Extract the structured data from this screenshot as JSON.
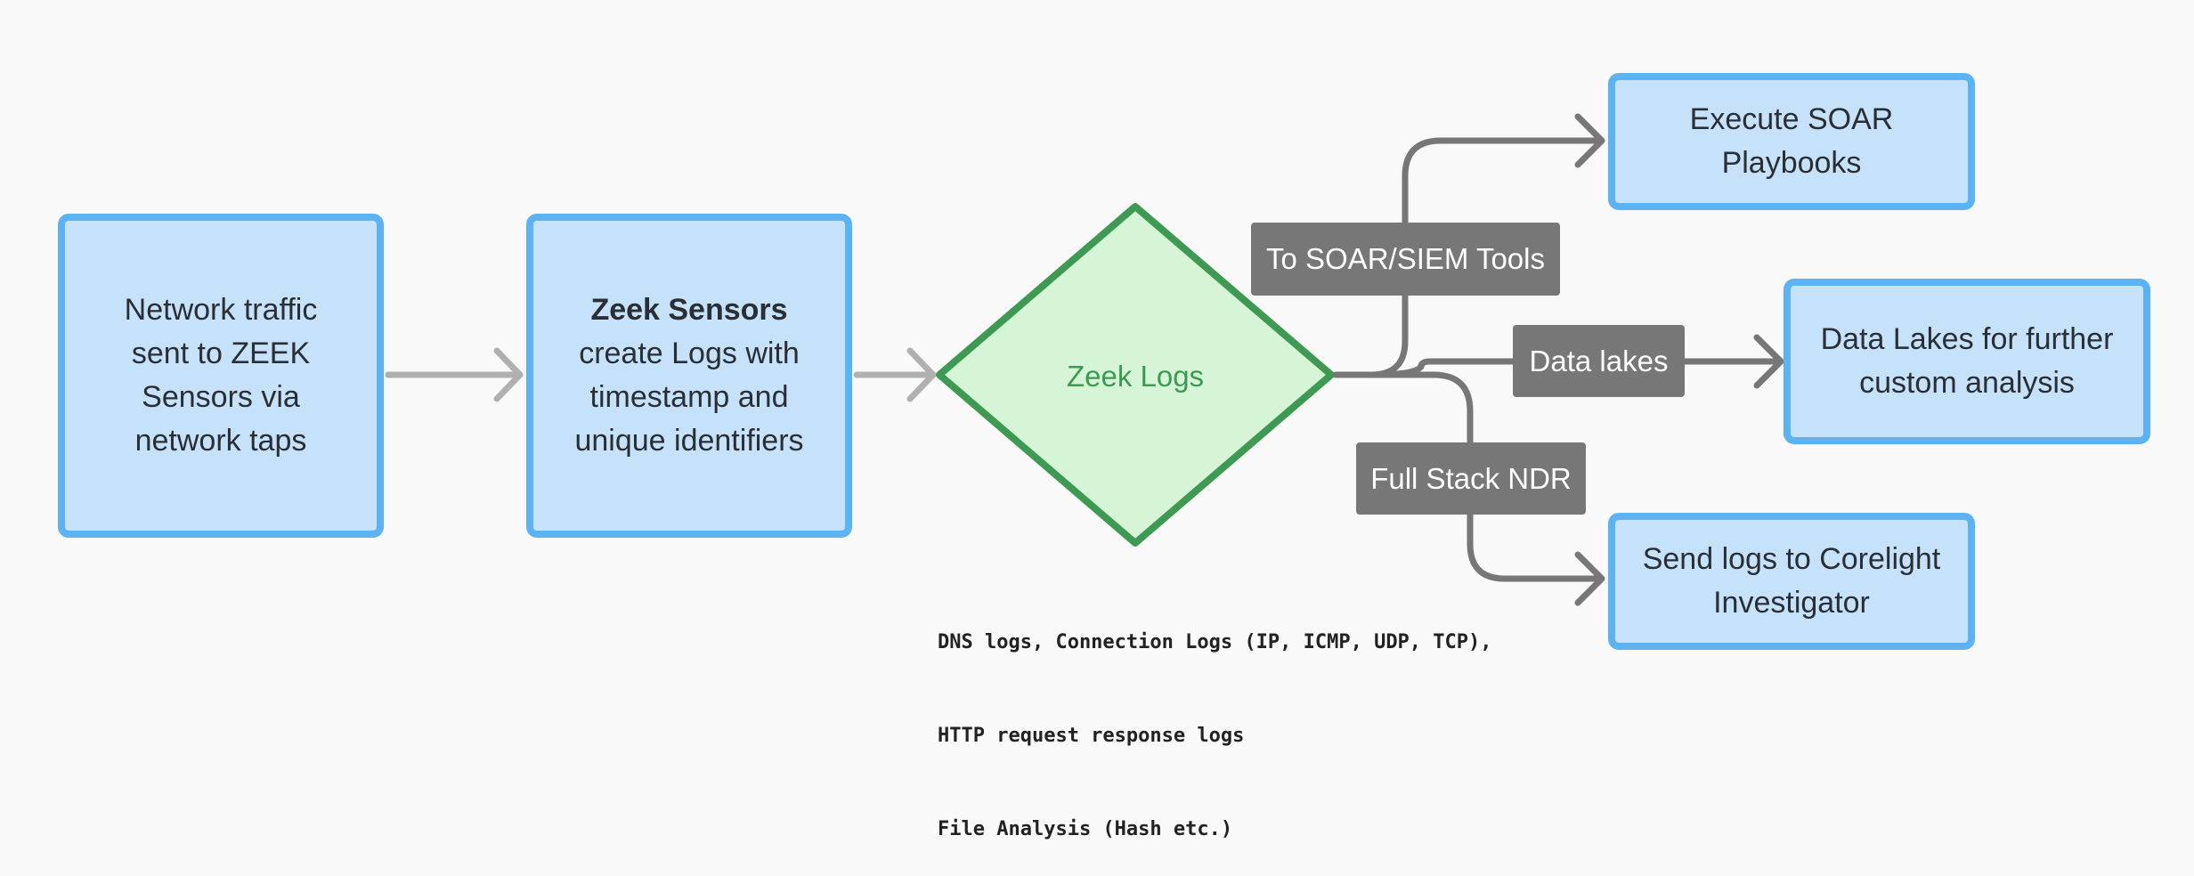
{
  "nodes": {
    "network_traffic": [
      "Network traffic",
      "sent to ZEEK",
      "Sensors via",
      "network taps"
    ],
    "zeek_sensors": {
      "title": "Zeek Sensors",
      "lines": [
        "create Logs with",
        "timestamp and",
        "unique identifiers"
      ]
    },
    "zeek_logs": "Zeek Logs",
    "execute_soar": [
      "Execute SOAR",
      "Playbooks"
    ],
    "data_lakes_target": [
      "Data Lakes for further",
      "custom analysis"
    ],
    "corelight": [
      "Send logs to Corelight",
      "Investigator"
    ]
  },
  "edge_labels": {
    "soar_siem": "To SOAR/SIEM Tools",
    "data_lakes": "Data lakes",
    "full_stack_ndr": "Full Stack NDR"
  },
  "log_notes": [
    "DNS logs, Connection Logs (IP, ICMP, UDP, TCP),",
    "HTTP request response logs",
    "File Analysis (Hash etc.)"
  ],
  "colors": {
    "background": "#f9f9f9",
    "box_fill": "#c5e2fa",
    "box_border": "#5db3f2",
    "diamond_fill": "#d6f5d7",
    "diamond_border": "#3e9a52",
    "connector_light": "#b0b0b0",
    "connector_dark": "#777777",
    "label_fill": "#777777"
  }
}
